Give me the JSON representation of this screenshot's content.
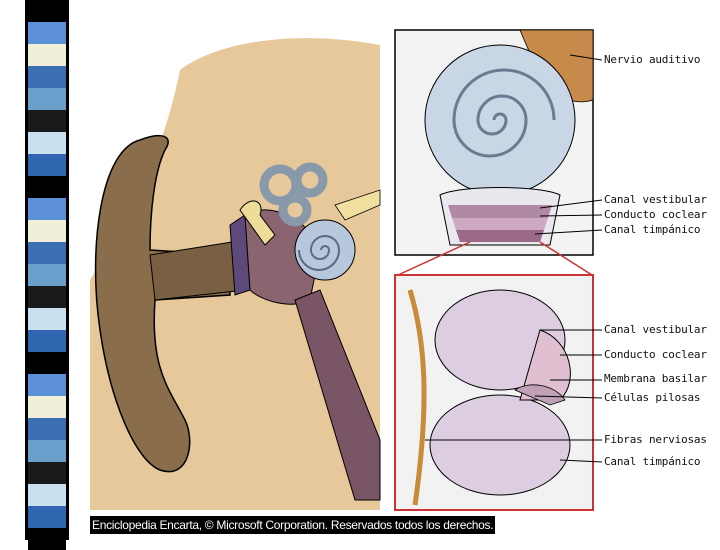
{
  "labels_top": {
    "nervio": "Nervio auditivo",
    "canal_vestibular": "Canal vestibular",
    "conducto_coclear": "Conducto coclear",
    "canal_timpanico": "Canal timpánico"
  },
  "labels_bottom": {
    "canal_vestibular": "Canal vestibular",
    "conducto_coclear": "Conducto coclear",
    "membrana_basilar": "Membrana basilar",
    "celulas_pilosas": "Células pilosas",
    "fibras_nerviosas": "Fibras nerviosas",
    "canal_timpanico": "Canal timpánico"
  },
  "credit": "Enciclopedia Encarta, © Microsoft Corporation. Reservados todos los derechos.",
  "colors": {
    "stripe_pattern": [
      "#000000",
      "#5b8fd6",
      "#f0f0d8",
      "#3a6fb4",
      "#6aa0cc",
      "#1a1a1a",
      "#c8e0f0",
      "#3066b0"
    ],
    "skin_background": "#e6c89a",
    "ear": "#8a6d4a",
    "canal": "#7a5566",
    "cochlea": "#b8c8dc"
  }
}
